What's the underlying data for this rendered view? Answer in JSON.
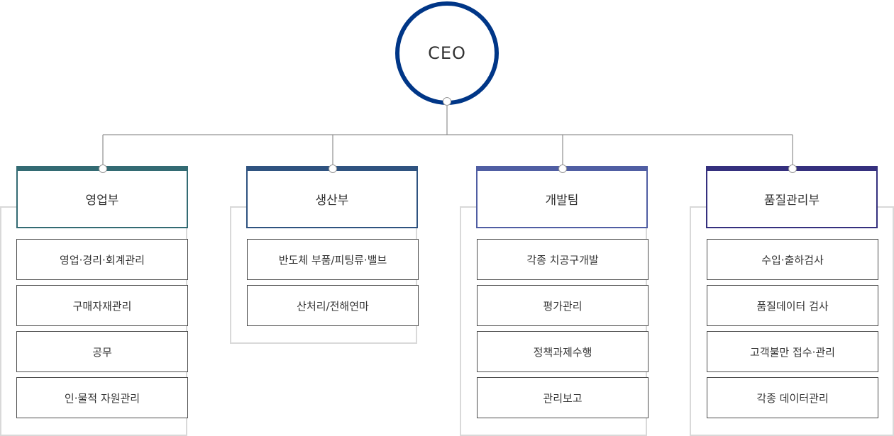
{
  "ceo": {
    "label": "CEO",
    "ring_color": "#003687"
  },
  "departments": [
    {
      "name": "영업부",
      "color": "#336b73",
      "tasks": [
        "영업·경리·회계관리",
        "구매자재관리",
        "공무",
        "인·물적 자원관리"
      ]
    },
    {
      "name": "생산부",
      "color": "#2f5380",
      "tasks": [
        "반도체 부품/피팅류·밸브",
        "산처리/전해연마"
      ]
    },
    {
      "name": "개발팀",
      "color": "#505ea3",
      "tasks": [
        "각종 치공구개발",
        "평가관리",
        "정책과제수행",
        "관리보고"
      ]
    },
    {
      "name": "품질관리부",
      "color": "#35307e",
      "tasks": [
        "수입·출하검사",
        "품질데이터 검사",
        "고객불만 접수·관리",
        "각종 데이터관리"
      ]
    }
  ]
}
